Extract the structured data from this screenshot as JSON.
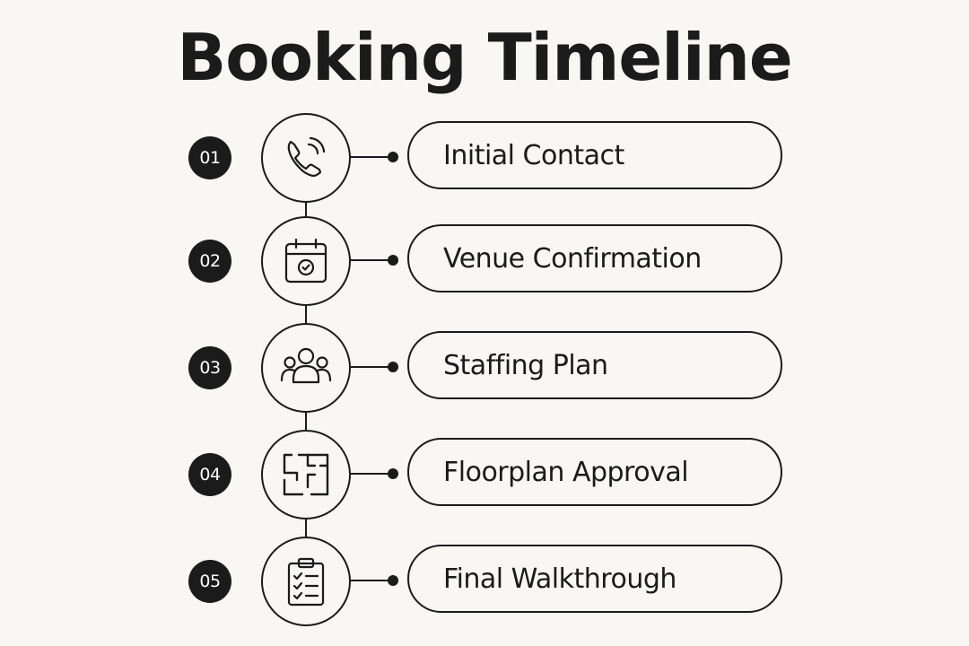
{
  "title": "Booking Timeline",
  "steps": [
    {
      "number": "01",
      "label": "Initial Contact",
      "icon": "phone-icon"
    },
    {
      "number": "02",
      "label": "Venue Confirmation",
      "icon": "calendar-check-icon"
    },
    {
      "number": "03",
      "label": "Staffing Plan",
      "icon": "team-icon"
    },
    {
      "number": "04",
      "label": "Floorplan Approval",
      "icon": "floorplan-icon"
    },
    {
      "number": "05",
      "label": "Final Walkthrough",
      "icon": "checklist-icon"
    }
  ]
}
